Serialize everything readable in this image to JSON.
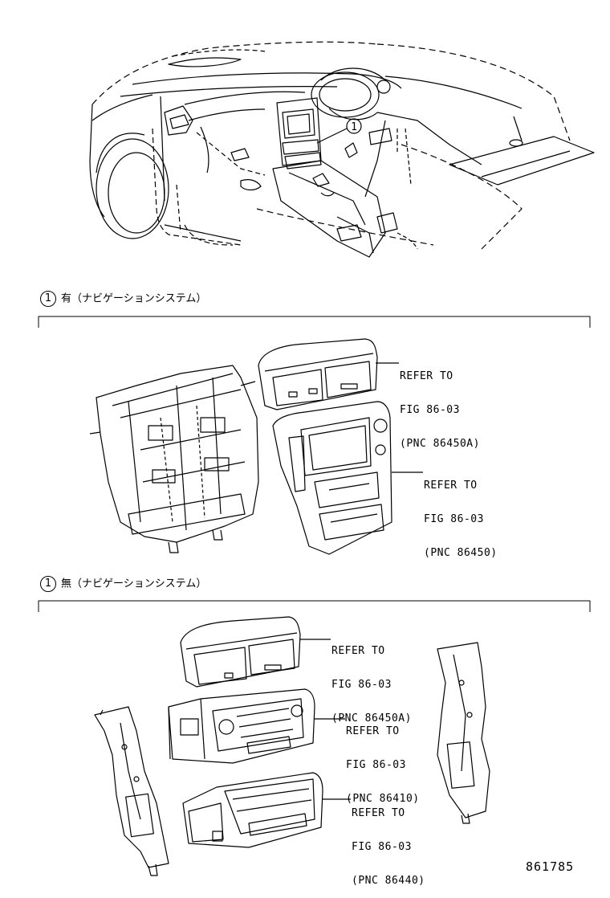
{
  "callout_number": "1",
  "sections": [
    {
      "number": "1",
      "caption": "有（ナビゲーションシステム）"
    },
    {
      "number": "1",
      "caption": "無（ナビゲーションシステム）"
    }
  ],
  "references": [
    {
      "line1": "REFER TO",
      "line2": "FIG 86-03",
      "line3": "(PNC 86450A)"
    },
    {
      "line1": "REFER TO",
      "line2": "FIG 86-03",
      "line3": "(PNC 86450)"
    },
    {
      "line1": "REFER TO",
      "line2": "FIG 86-03",
      "line3": "(PNC 86450A)"
    },
    {
      "line1": "REFER TO",
      "line2": "FIG 86-03",
      "line3": "(PNC 86410)"
    },
    {
      "line1": "REFER TO",
      "line2": "FIG 86-03",
      "line3": "(PNC 86440)"
    }
  ],
  "illustration_code": "861785"
}
